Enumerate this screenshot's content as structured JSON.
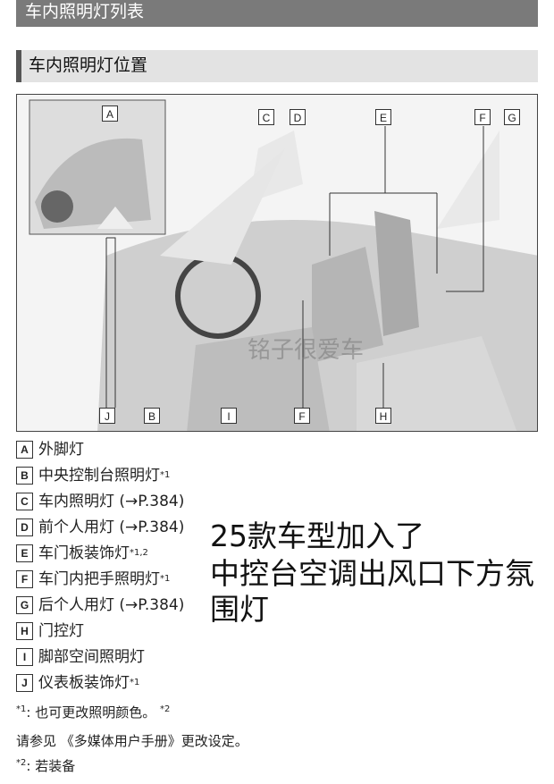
{
  "section_title": "车内照明灯列表",
  "subsection_title": "车内照明灯位置",
  "figure": {
    "labels": [
      "A",
      "C",
      "D",
      "E",
      "F",
      "G",
      "J",
      "B",
      "I",
      "F",
      "H"
    ],
    "watermark": "铭子很爱车"
  },
  "items": [
    {
      "key": "A",
      "text": "外脚灯",
      "sup": ""
    },
    {
      "key": "B",
      "text": "中央控制台照明灯",
      "sup": "*1"
    },
    {
      "key": "C",
      "text": "车内照明灯 (→P.384)",
      "sup": ""
    },
    {
      "key": "D",
      "text": "前个人用灯 (→P.384)",
      "sup": ""
    },
    {
      "key": "E",
      "text": "车门板装饰灯",
      "sup": "*1,2"
    },
    {
      "key": "F",
      "text": "车门内把手照明灯",
      "sup": "*1"
    },
    {
      "key": "G",
      "text": "后个人用灯 (→P.384)",
      "sup": ""
    },
    {
      "key": "H",
      "text": "门控灯",
      "sup": ""
    },
    {
      "key": "I",
      "text": "脚部空间照明灯",
      "sup": ""
    },
    {
      "key": "J",
      "text": "仪表板装饰灯",
      "sup": "*1"
    }
  ],
  "notes": {
    "n1_mark": "*1",
    "n1": ": 也可更改照明颜色。",
    "n1_sup": "*2",
    "n1b": "请参见 《多媒体用户手册》更改设定。",
    "n2_mark": "*2",
    "n2": ": 若装备"
  },
  "overlay": {
    "line1": "25款车型加入了",
    "line2": "中控台空调出风口下方氛围灯"
  }
}
